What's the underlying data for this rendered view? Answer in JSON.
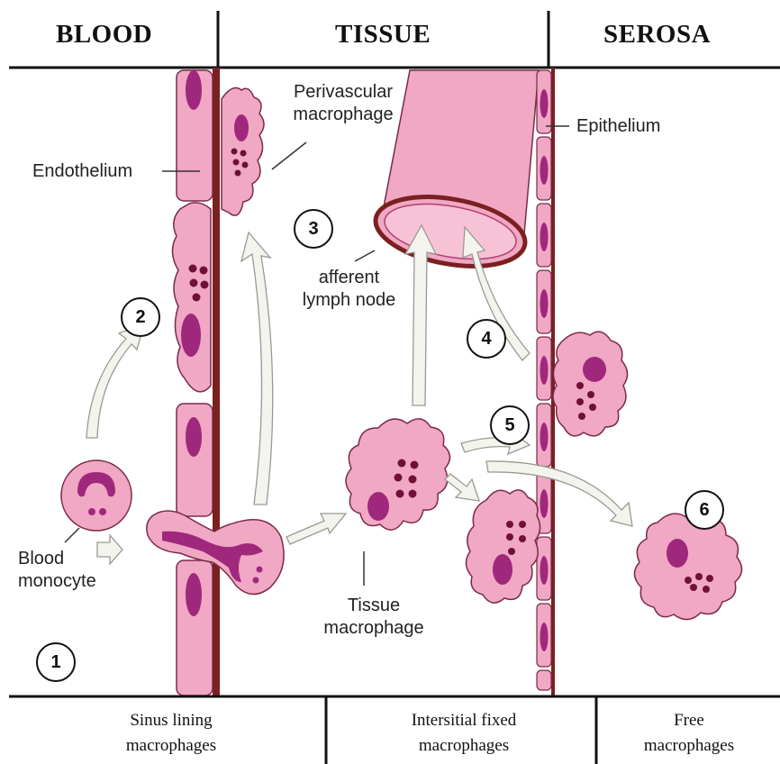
{
  "headers": {
    "blood": "BLOOD",
    "tissue": "TISSUE",
    "serosa": "SEROSA"
  },
  "labels": {
    "perivascular_line1": "Perivascular",
    "perivascular_line2": "macrophage",
    "endothelium": "Endothelium",
    "epithelium": "Epithelium",
    "afferent_line1": "afferent",
    "afferent_line2": "lymph node",
    "blood_monocyte_line1": "Blood",
    "blood_monocyte_line2": "monocyte",
    "tissue_macrophage_line1": "Tissue",
    "tissue_macrophage_line2": "macrophage"
  },
  "markers": [
    "1",
    "2",
    "3",
    "4",
    "5",
    "6"
  ],
  "footer": {
    "sinus_line1": "Sinus lining",
    "sinus_line2": "macrophages",
    "interstitial_line1": "Intersitial fixed",
    "interstitial_line2": "macrophages",
    "free_line1": "Free",
    "free_line2": "macrophages"
  },
  "colors": {
    "cell_fill": "#f0a8c4",
    "cell_stroke": "#7a2a4a",
    "nucleus": "#a0287c",
    "granule": "#6e1038",
    "vessel_wall": "#7a2020",
    "arrow_fill": "#f4f4ee"
  }
}
